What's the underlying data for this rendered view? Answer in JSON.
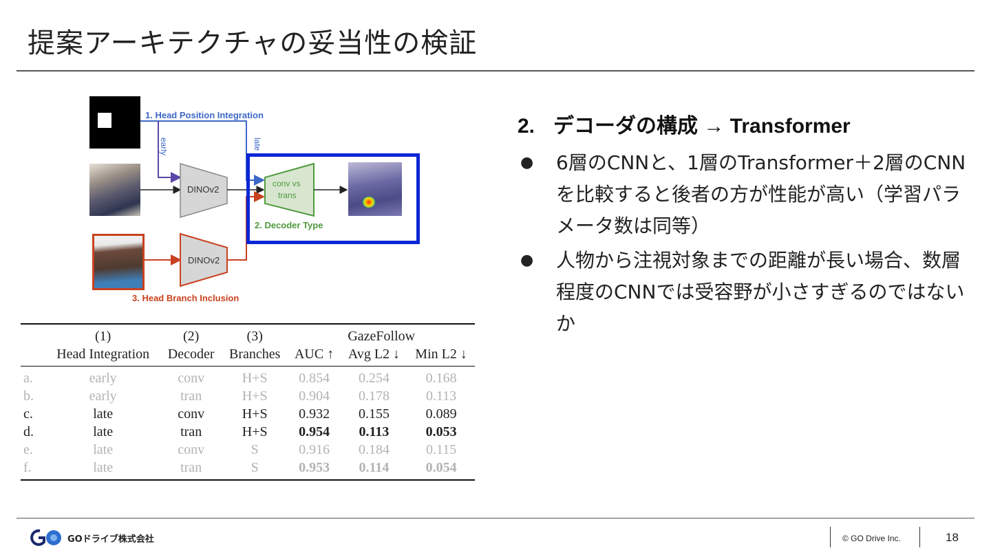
{
  "slide": {
    "title": "提案アーキテクチャの妥当性の検証",
    "page_number": "18"
  },
  "diagram": {
    "label_head_position": "1. Head Position Integration",
    "label_early": "early",
    "label_late": "late",
    "label_dinov2_top": "DINOv2",
    "label_dinov2_bottom": "DINOv2",
    "label_decoder_line1": "conv vs",
    "label_decoder_line2": "trans",
    "label_decoder_type": "2. Decoder Type",
    "label_head_branch": "3. Head Branch Inclusion",
    "colors": {
      "blue": "#3d67c6",
      "green": "#4f9a3e",
      "red": "#c9411f",
      "highlight": "#0a26d6",
      "purple": "#5a46a8"
    }
  },
  "table": {
    "header_top": [
      "",
      "(1)",
      "(2)",
      "(3)",
      "GazeFollow"
    ],
    "header_sub": [
      "",
      "Head Integration",
      "Decoder",
      "Branches",
      "AUC ↑",
      "Avg L2 ↓",
      "Min L2 ↓"
    ],
    "rows": [
      [
        "a.",
        "early",
        "conv",
        "H+S",
        "0.854",
        "0.254",
        "0.168"
      ],
      [
        "b.",
        "early",
        "tran",
        "H+S",
        "0.904",
        "0.178",
        "0.113"
      ],
      [
        "c.",
        "late",
        "conv",
        "H+S",
        "0.932",
        "0.155",
        "0.089"
      ],
      [
        "d.",
        "late",
        "tran",
        "H+S",
        "0.954",
        "0.113",
        "0.053"
      ],
      [
        "e.",
        "late",
        "conv",
        "S",
        "0.916",
        "0.184",
        "0.115"
      ],
      [
        "f.",
        "late",
        "tran",
        "S",
        "0.953",
        "0.114",
        "0.054"
      ]
    ]
  },
  "content": {
    "section_number": "2.",
    "section_title": "デコーダの構成 → Transformer",
    "bullets": [
      "6層のCNNと、1層のTransformer＋2層のCNNを比較すると後者の方が性能が高い（学習パラメータ数は同等）",
      "人物から注視対象までの距離が長い場合、数層程度のCNNでは受容野が小さすぎるのではないか"
    ],
    "bullet_glyph": "●"
  },
  "footer": {
    "company": "GOドライブ株式会社",
    "copyright": "© GO Drive Inc."
  }
}
